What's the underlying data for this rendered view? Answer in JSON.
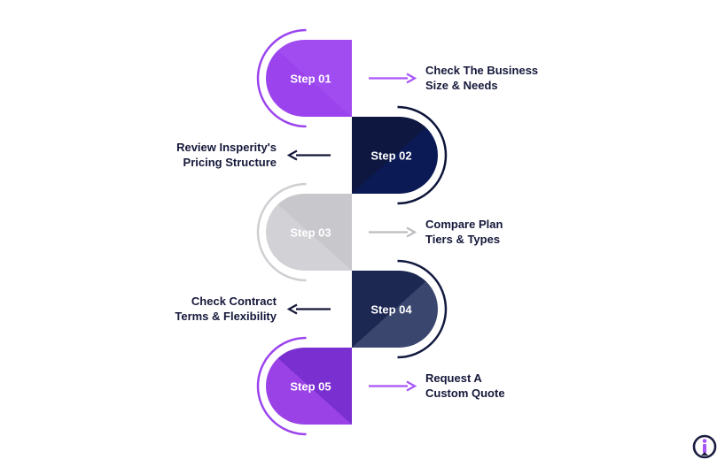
{
  "steps": [
    {
      "label": "Step 01",
      "side": "left",
      "desc": [
        "Check The Business",
        "Size & Needs"
      ],
      "color_a": "#a04cf0",
      "color_b": "#9b44ee",
      "arc": "#9b44ee",
      "arrow": "#a855f7"
    },
    {
      "label": "Step 02",
      "side": "right",
      "desc": [
        "Review Insperity's",
        "Pricing Structure"
      ],
      "color_a": "#0d1740",
      "color_b": "#0b1a55",
      "arc": "#0d1438",
      "arrow": "#15183a"
    },
    {
      "label": "Step 03",
      "side": "left",
      "desc": [
        "Compare Plan",
        "Tiers & Types"
      ],
      "color_a": "#c8c8cc",
      "color_b": "#d2d2d6",
      "arc": "#cfcfd3",
      "arrow": "#bdbdc2"
    },
    {
      "label": "Step 04",
      "side": "right",
      "desc": [
        "Check Contract",
        "Terms & Flexibility"
      ],
      "color_a": "#1c2752",
      "color_b": "#3a466e",
      "arc": "#131a40",
      "arrow": "#15183a"
    },
    {
      "label": "Step 05",
      "side": "left",
      "desc": [
        "Request A",
        "Custom Quote"
      ],
      "color_a": "#7a2fd0",
      "color_b": "#9a42e6",
      "arc": "#9b44ee",
      "arrow": "#a855f7"
    }
  ],
  "logo": {
    "icon": "insperity-info-icon",
    "ring": "#1b1d3f",
    "dot": "#a855f7"
  }
}
